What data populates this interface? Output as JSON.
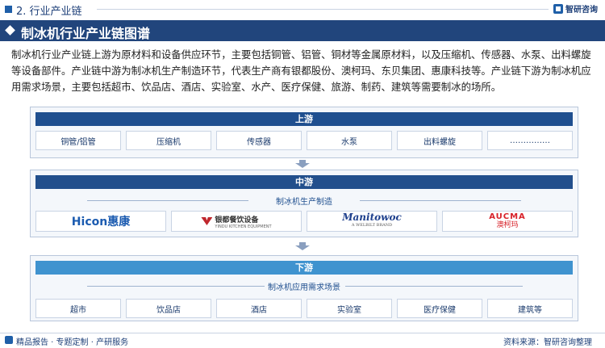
{
  "header": {
    "section_title": "2. 行业产业链",
    "logo_text": "智研咨询"
  },
  "title_bar": {
    "title": "制冰机行业产业链图谱"
  },
  "intro": "制冰机行业产业链上游为原材料和设备供应环节，主要包括铜管、铝管、铜材等金属原材料，以及压缩机、传感器、水泵、出料螺旋等设备部件。产业链中游为制冰机生产制造环节，代表生产商有银都股份、澳柯玛、东贝集团、惠康科技等。产业链下游为制冰机应用需求场景，主要包括超市、饮品店、酒店、实验室、水产、医疗保健、旅游、制药、建筑等需要制冰的场所。",
  "upstream": {
    "title": "上游",
    "items": [
      "铜管/铝管",
      "压缩机",
      "传感器",
      "水泵",
      "出料螺旋",
      "……………"
    ]
  },
  "midstream": {
    "title": "中游",
    "subtitle": "制冰机生产制造",
    "logos": {
      "hicon": "Hicon惠康",
      "yindu": "银都餐饮设备",
      "yindu_sub": "YINDU KITCHEN EQUIPMENT",
      "manitowoc": "Manitowoc",
      "manitowoc_sub": "A WELBILT BRAND",
      "aucma_en": "AUCMA",
      "aucma_cn": "澳柯玛"
    }
  },
  "downstream": {
    "title": "下游",
    "subtitle": "制冰机应用需求场景",
    "items": [
      "超市",
      "饮品店",
      "酒店",
      "实验室",
      "医疗保健",
      "建筑等"
    ]
  },
  "footer": {
    "left": "精品报告 · 专题定制 · 产研服务",
    "right": "资料来源：智研咨询整理"
  },
  "colors": {
    "primary": "#21457c",
    "upstream_head": "#1f4f8f",
    "downstream_head": "#3f93cf"
  }
}
